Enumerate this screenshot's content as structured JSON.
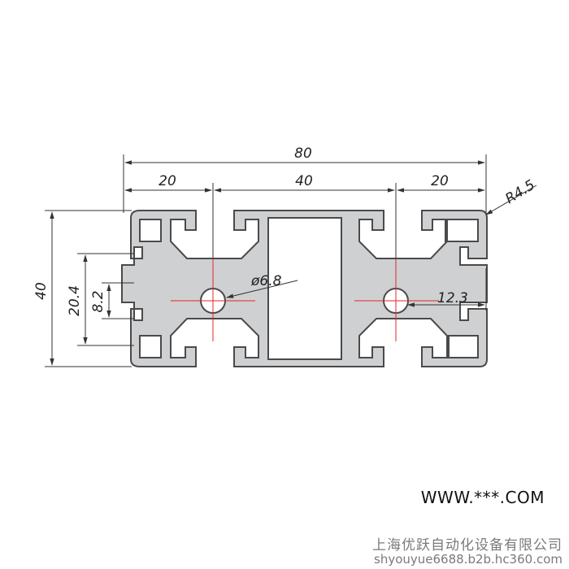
{
  "dimensions": {
    "overall_width": "80",
    "left_spacing": "20",
    "middle_spacing": "40",
    "right_spacing": "20",
    "corner_radius": "R4.5",
    "height": "40",
    "slot_span": "20.4",
    "slot_opening": "8.2",
    "bore_diameter": "ø6.8",
    "center_width": "12.3"
  },
  "watermark": {
    "site": "WWW.***.COM",
    "company": "上海优跃自动化设备有限公司",
    "contact": "shyouyue6688.b2b.hc360.com"
  },
  "colors": {
    "profile_fill": "#cfd0d2",
    "profile_stroke": "#4a4a4a",
    "centerline": "#e3242b",
    "dim_line": "#333333"
  }
}
